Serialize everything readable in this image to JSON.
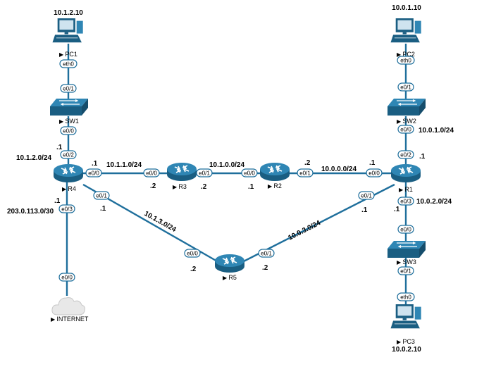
{
  "colors": {
    "link": "#1f6f9c",
    "device": "#1a5e82",
    "device_light": "#2f86b4",
    "cloud": "#e8e8e8"
  },
  "devices": {
    "pc1": {
      "name": "PC1",
      "ip": "10.1.2.10",
      "icon": "pc-icon"
    },
    "pc2": {
      "name": "PC2",
      "ip": "10.0.1.10",
      "icon": "pc-icon"
    },
    "pc3": {
      "name": "PC3",
      "ip": "10.0.2.10",
      "icon": "pc-icon"
    },
    "sw1": {
      "name": "SW1",
      "icon": "switch-icon"
    },
    "sw2": {
      "name": "SW2",
      "icon": "switch-icon"
    },
    "sw3": {
      "name": "SW3",
      "icon": "switch-icon"
    },
    "r1": {
      "name": "R1",
      "icon": "router-icon"
    },
    "r2": {
      "name": "R2",
      "icon": "router-icon"
    },
    "r3": {
      "name": "R3",
      "icon": "router-icon"
    },
    "r4": {
      "name": "R4",
      "icon": "router-icon"
    },
    "r5": {
      "name": "R5",
      "icon": "router-icon"
    },
    "internet": {
      "name": "INTERNET",
      "icon": "cloud-icon"
    }
  },
  "ports": {
    "pc1_eth0": "eth0",
    "sw1_e0_1": "e0/1",
    "sw1_e0_0": "e0/0",
    "r4_e0_2": "e0/2",
    "r4_e0_0": "e0/0",
    "r4_e0_1": "e0/1",
    "r4_e0_3": "e0/3",
    "r3_e0_0": "e0/0",
    "r3_e0_1": "e0/1",
    "r2_e0_0": "e0/0",
    "r2_e0_1": "e0/1",
    "r1_e0_0": "e0/0",
    "r1_e0_1": "e0/1",
    "r1_e0_2": "e0/2",
    "r1_e0_3": "e0/3",
    "r5_e0_0": "e0/0",
    "r5_e0_1": "e0/1",
    "internet_e0_0": "e0/0",
    "pc2_eth0": "eth0",
    "sw2_e0_1": "e0/1",
    "sw2_e0_0": "e0/0",
    "sw3_e0_0": "e0/0",
    "sw3_e0_1": "e0/1",
    "pc3_eth0": "eth0"
  },
  "networks": {
    "n_10_1_2": "10.1.2.0/24",
    "n_10_1_1": "10.1.1.0/24",
    "n_10_1_0": "10.1.0.0/24",
    "n_10_0_0": "10.0.0.0/24",
    "n_10_0_1": "10.0.1.0/24",
    "n_10_0_2": "10.0.2.0/24",
    "n_10_1_3": "10.1.3.0/24",
    "n_10_0_3": "10.0.3.0/24",
    "n_203": "203.0.113.0/30"
  },
  "host_octets": {
    "r4_lan": ".1",
    "r4_r3": ".1",
    "r3_r4": ".2",
    "r3_r2": ".2",
    "r2_r3": ".1",
    "r2_r1": ".2",
    "r1_r2": ".1",
    "r1_lan1": ".1",
    "r1_lan2": ".1",
    "r4_inet": ".1",
    "r4_r5": ".1",
    "r5_r4": ".2",
    "r5_r1": ".2",
    "r1_r5": ".1"
  }
}
